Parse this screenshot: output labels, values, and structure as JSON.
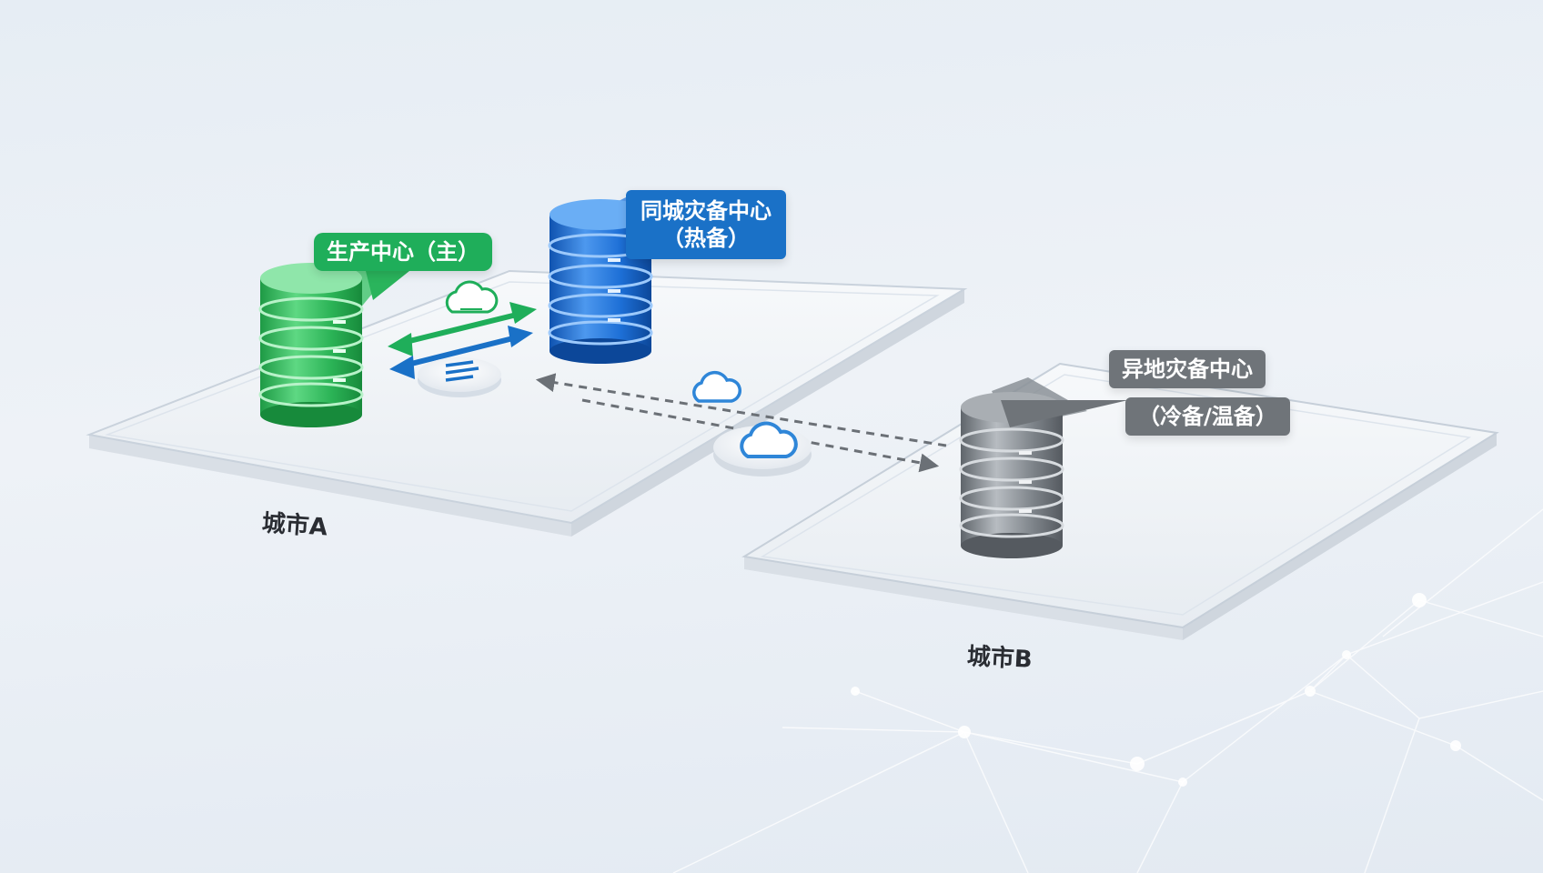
{
  "labels": {
    "production": "生产中心（主）",
    "same_city_line1": "同城灾备中心",
    "same_city_line2": "（热备）",
    "remote_line1": "异地灾备中心",
    "remote_line2": "（冷备/温备）"
  },
  "cities": {
    "a": "城市A",
    "b": "城市B"
  },
  "colors": {
    "production": "#1fae5a",
    "same_city": "#1a71c7",
    "remote": "#6f7479",
    "sync_arrow_green": "#1fae5a",
    "sync_arrow_blue": "#1a71c7",
    "cloud": "#2f86d8",
    "dashed_link": "#6b7076"
  },
  "icons": [
    "database-icon",
    "cloud-icon",
    "document-icon",
    "bidirectional-arrow-icon",
    "network-mesh"
  ]
}
